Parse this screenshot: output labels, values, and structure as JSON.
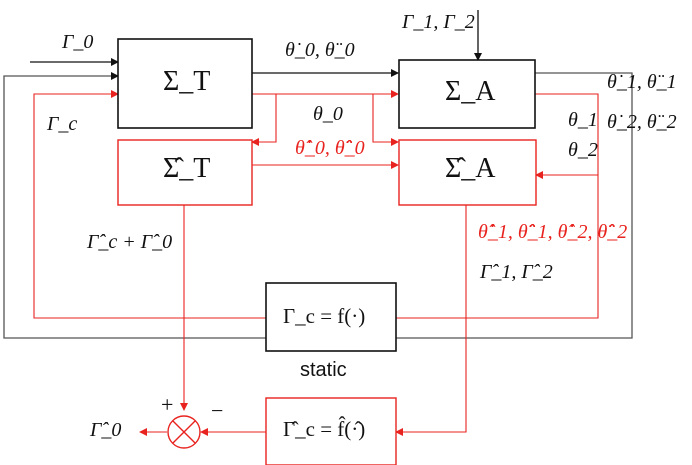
{
  "colors": {
    "black": "#111111",
    "gray": "#555555",
    "red": "#e8231f",
    "background": "#ffffff"
  },
  "blocks": {
    "sigma_t": "Σ_T",
    "sigma_a": "Σ_A",
    "sigma_t_hat": "Σ̂_T",
    "sigma_a_hat": "Σ̂_A",
    "controller": "Γ_c = f(·)",
    "controller_hat": "Γ̂_c = f̂(·̂)"
  },
  "signals": {
    "gamma_0": "Γ_0",
    "gamma_c": "Γ_c",
    "gamma_1_2": "Γ_1, Γ_2",
    "theta0_dots": "θ̇_0, θ̈_0",
    "theta0": "θ_0",
    "theta_dots_outputs_1": "θ̇_1, θ̈_1",
    "theta_dots_outputs_2": "θ̇_2, θ̈_2",
    "theta1": "θ_1",
    "theta2": "θ_2",
    "theta0_hat_dots": "θ̂̇_0, θ̂̈_0",
    "gamma_c_hat_plus_gamma_0_hat": "Γ̂_c + Γ̂_0",
    "theta_hat_dots_12": "θ̂̇_1, θ̂̈_1, θ̂̇_2, θ̂̈_2",
    "gamma_hat_12": "Γ̂_1, Γ̂_2",
    "static_label": "static",
    "gamma_0_hat": "Γ̂_0"
  },
  "summing_junction": {
    "plus": "+",
    "minus": "−"
  }
}
